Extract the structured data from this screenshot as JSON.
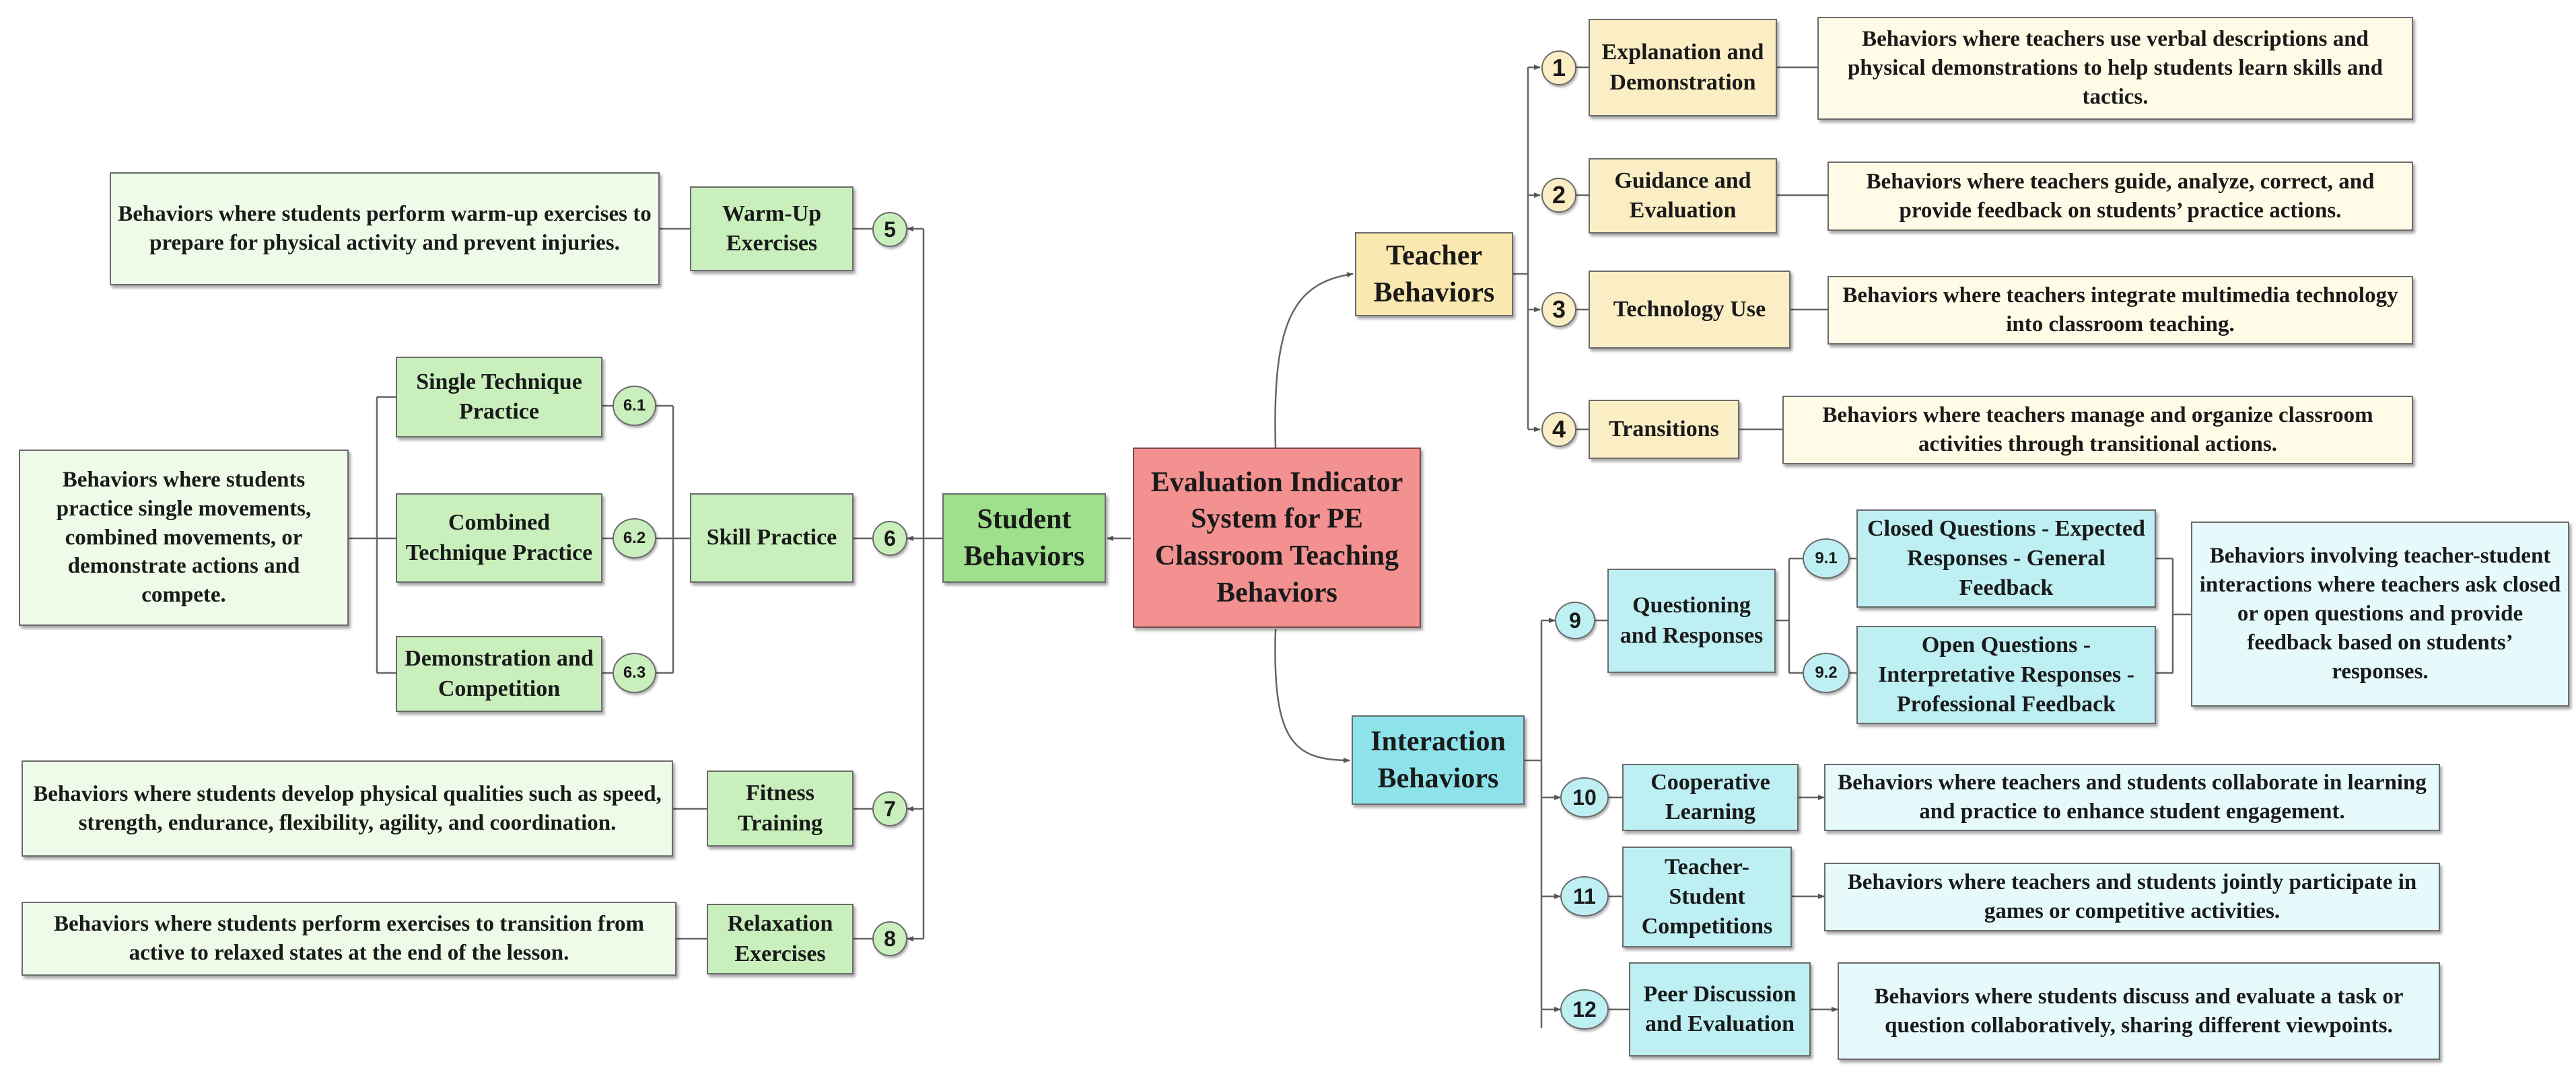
{
  "root": {
    "label": "Evaluation Indicator System for PE Classroom Teaching Behaviors"
  },
  "teacher": {
    "label": "Teacher Behaviors",
    "items": [
      {
        "num": "1",
        "label": "Explanation and Demonstration",
        "desc": "Behaviors where teachers use verbal descriptions and physical demonstrations to help students learn skills and tactics."
      },
      {
        "num": "2",
        "label": "Guidance and Evaluation",
        "desc": "Behaviors where teachers guide, analyze, correct, and provide feedback on students’ practice actions."
      },
      {
        "num": "3",
        "label": "Technology Use",
        "desc": "Behaviors where teachers integrate multimedia technology into classroom teaching."
      },
      {
        "num": "4",
        "label": "Transitions",
        "desc": "Behaviors where teachers manage and organize classroom activities through transitional actions."
      }
    ]
  },
  "student": {
    "label": "Student Behaviors",
    "items": [
      {
        "num": "5",
        "label": "Warm-Up Exercises",
        "desc": "Behaviors where students perform warm-up exercises to prepare for physical activity and prevent injuries."
      },
      {
        "num": "6",
        "label": "Skill Practice",
        "desc": "Behaviors where students practice single movements, combined movements, or demonstrate actions and compete.",
        "subs": [
          {
            "num": "6.1",
            "label": "Single Technique Practice"
          },
          {
            "num": "6.2",
            "label": "Combined Technique Practice"
          },
          {
            "num": "6.3",
            "label": "Demonstration and Competition"
          }
        ]
      },
      {
        "num": "7",
        "label": "Fitness Training",
        "desc": "Behaviors where students develop physical qualities such as speed, strength, endurance, flexibility, agility, and coordination."
      },
      {
        "num": "8",
        "label": "Relaxation Exercises",
        "desc": "Behaviors where students perform exercises to transition from active to relaxed states at the end of the lesson."
      }
    ]
  },
  "interaction": {
    "label": "Interaction Behaviors",
    "items": [
      {
        "num": "9",
        "label": "Questioning and Responses",
        "desc": "Behaviors involving teacher-student interactions where teachers ask closed or open questions and provide feedback based on students’ responses.",
        "subs": [
          {
            "num": "9.1",
            "label": "Closed Questions - Expected Responses - General Feedback"
          },
          {
            "num": "9.2",
            "label": "Open Questions - Interpretative Responses - Professional Feedback"
          }
        ]
      },
      {
        "num": "10",
        "label": "Cooperative Learning",
        "desc": "Behaviors where teachers and students collaborate in learning and practice to enhance student engagement."
      },
      {
        "num": "11",
        "label": "Teacher-Student Competitions",
        "desc": "Behaviors where teachers and students jointly participate in games or competitive activities."
      },
      {
        "num": "12",
        "label": "Peer Discussion and Evaluation",
        "desc": "Behaviors where students discuss and evaluate a task or question collaboratively, sharing different viewpoints."
      }
    ]
  }
}
